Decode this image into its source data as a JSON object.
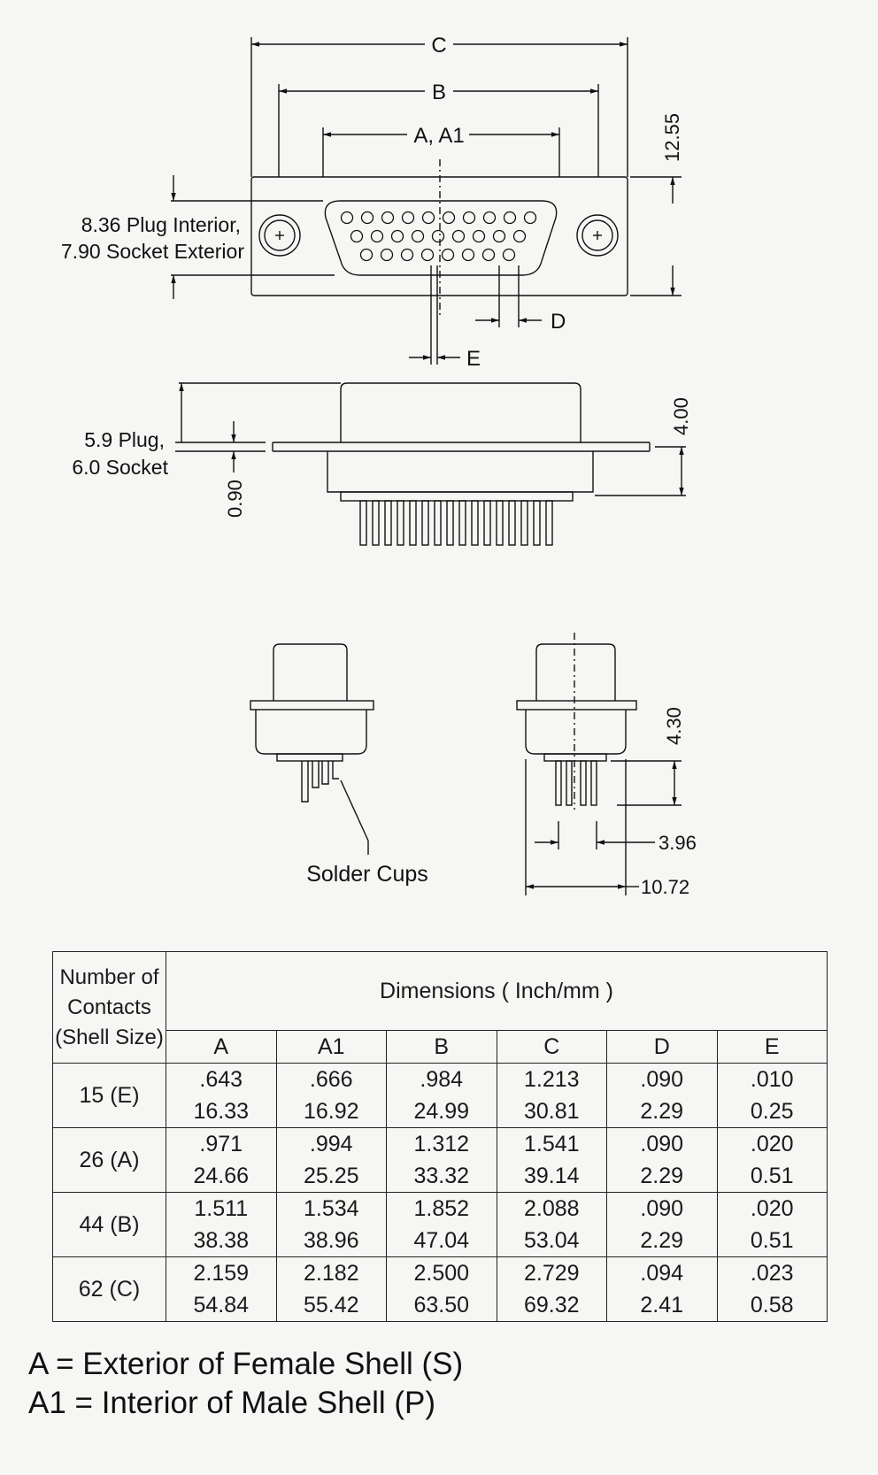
{
  "labels": {
    "dim_c": "C",
    "dim_b": "B",
    "dim_a_a1": "A, A1",
    "dim_d": "D",
    "dim_e": "E",
    "height_top": "12.55",
    "plug_interior": "8.36 Plug Interior,",
    "socket_exterior": "7.90 Socket Exterior",
    "plug_depth": "5.9 Plug,",
    "socket_depth": "6.0 Socket",
    "flange_thickness": "0.90",
    "height_side": "4.00",
    "solder_cups": "Solder Cups",
    "height_pcb": "4.30",
    "pin_spacing": "3.96",
    "total_width": "10.72"
  },
  "table": {
    "row_header": [
      "Number of",
      "Contacts",
      "(Shell Size)"
    ],
    "group_header": "Dimensions ( Inch/mm )",
    "columns": [
      "A",
      "A1",
      "B",
      "C",
      "D",
      "E"
    ],
    "rows": [
      {
        "size": "15 (E)",
        "cells": [
          [
            ".643",
            "16.33"
          ],
          [
            ".666",
            "16.92"
          ],
          [
            ".984",
            "24.99"
          ],
          [
            "1.213",
            "30.81"
          ],
          [
            ".090",
            "2.29"
          ],
          [
            ".010",
            "0.25"
          ]
        ]
      },
      {
        "size": "26 (A)",
        "cells": [
          [
            ".971",
            "24.66"
          ],
          [
            ".994",
            "25.25"
          ],
          [
            "1.312",
            "33.32"
          ],
          [
            "1.541",
            "39.14"
          ],
          [
            ".090",
            "2.29"
          ],
          [
            ".020",
            "0.51"
          ]
        ]
      },
      {
        "size": "44 (B)",
        "cells": [
          [
            "1.511",
            "38.38"
          ],
          [
            "1.534",
            "38.96"
          ],
          [
            "1.852",
            "47.04"
          ],
          [
            "2.088",
            "53.04"
          ],
          [
            ".090",
            "2.29"
          ],
          [
            ".020",
            "0.51"
          ]
        ]
      },
      {
        "size": "62 (C)",
        "cells": [
          [
            "2.159",
            "54.84"
          ],
          [
            "2.182",
            "55.42"
          ],
          [
            "2.500",
            "63.50"
          ],
          [
            "2.729",
            "69.32"
          ],
          [
            ".094",
            "2.41"
          ],
          [
            ".023",
            "0.58"
          ]
        ]
      }
    ]
  },
  "notes": [
    "A = Exterior of Female Shell (S)",
    "A1 = Interior of Male Shell (P)"
  ]
}
